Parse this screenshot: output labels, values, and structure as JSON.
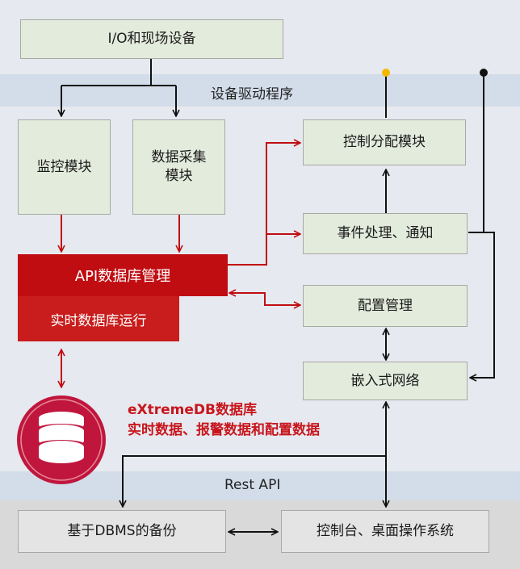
{
  "bands": {
    "driver_label": "设备驱动程序",
    "rest_label": "Rest API"
  },
  "boxes": {
    "io": "I/O和现场设备",
    "monitor": "监控模块",
    "collect": "数据采集模块",
    "control_dist": "控制分配模块",
    "event": "事件处理、通知",
    "config": "配置管理",
    "network": "嵌入式网络",
    "backup": "基于DBMS的备份",
    "console": "控制台、桌面操作系统"
  },
  "red": {
    "api_mgmt": "API数据库管理",
    "realtime_run": "实时数据库运行"
  },
  "database": {
    "name": "eXtremeDB数据库",
    "contents": "实时数据、报警数据和配置数据"
  },
  "colors": {
    "red_arrow": "#c00d12",
    "black_arrow": "#111111",
    "accent_dot": "#f5b800"
  },
  "icons": {
    "db": "database-icon"
  }
}
